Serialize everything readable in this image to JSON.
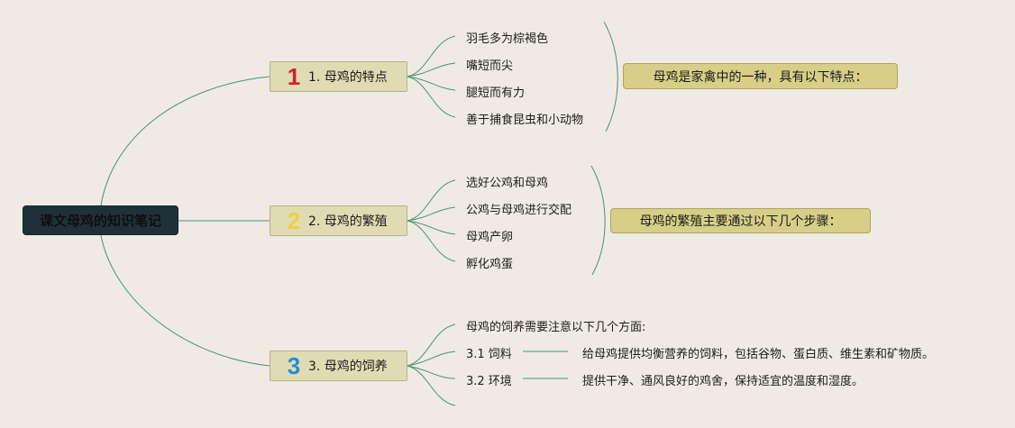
{
  "root": {
    "title": "课文母鸡的知识笔记"
  },
  "topics": [
    {
      "number": "1",
      "label": "1. 母鸡的特点",
      "number_color": "#d0202d",
      "items": [
        "羽毛多为棕褐色",
        "嘴短而尖",
        "腿短而有力",
        "善于捕食昆虫和小动物"
      ],
      "summary": "母鸡是家禽中的一种，具有以下特点："
    },
    {
      "number": "2",
      "label": "2. 母鸡的繁殖",
      "number_color": "#f0d13b",
      "items": [
        "选好公鸡和母鸡",
        "公鸡与母鸡进行交配",
        "母鸡产卵",
        "孵化鸡蛋"
      ],
      "summary": "母鸡的繁殖主要通过以下几个步骤："
    },
    {
      "number": "3",
      "label": "3. 母鸡的饲养",
      "number_color": "#1f8fd6",
      "intro": "母鸡的饲养需要注意以下几个方面:",
      "subitems": [
        {
          "label": "3.1 饲料",
          "detail": "给母鸡提供均衡营养的饲料，包括谷物、蛋白质、维生素和矿物质。"
        },
        {
          "label": "3.2 环境",
          "detail": "提供干净、通风良好的鸡舍，保持适宜的温度和湿度。"
        }
      ]
    }
  ],
  "colors": {
    "background": "#efebe4",
    "connector": "#4f8f74",
    "root_fill": "#1f3138",
    "topic_fill": "#dfdcb4",
    "summary_fill": "#d7cf87"
  }
}
